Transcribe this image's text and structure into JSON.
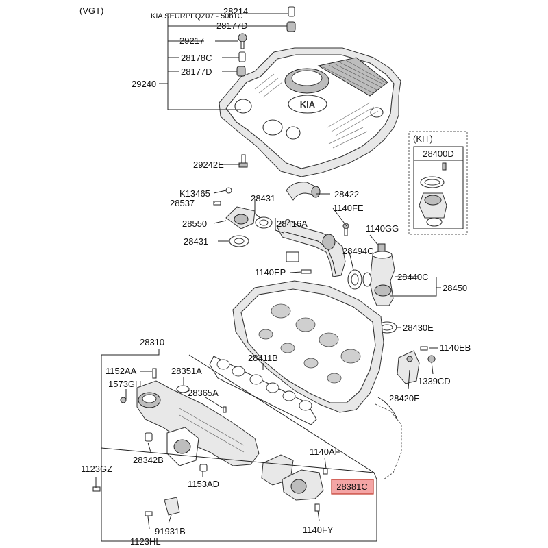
{
  "header": {
    "variant": "(VGT)",
    "watermark": "KIA SEURPFQZ07 - 50b1C"
  },
  "kit": {
    "label": "(KIT)",
    "part": "28400D"
  },
  "callouts": {
    "c28214": "28214",
    "c28177D_top": "28177D",
    "c29217": "29217",
    "c28178C": "28178C",
    "c28177D_bot": "28177D",
    "c29240": "29240",
    "c29242E": "29242E",
    "cK13465": "K13465",
    "c28537": "28537",
    "c28431_top": "28431",
    "c28422": "28422",
    "c1140FE": "1140FE",
    "c28550": "28550",
    "c28416A": "28416A",
    "c1140GG": "1140GG",
    "c28431_bot": "28431",
    "c28494C": "28494C",
    "c1140EP": "1140EP",
    "c28440C": "28440C",
    "c28450": "28450",
    "c28430E": "28430E",
    "c28310": "28310",
    "c1140EB": "1140EB",
    "c28411B": "28411B",
    "c1152AA": "1152AA",
    "c28351A": "28351A",
    "c1339CD": "1339CD",
    "c1573GH": "1573GH",
    "c28420E": "28420E",
    "c28365A": "28365A",
    "c28342B": "28342B",
    "c1140AF": "1140AF",
    "c1123GZ": "1123GZ",
    "c1153AD": "1153AD",
    "c28381C": "28381C",
    "c91931B": "91931B",
    "c1140FY": "1140FY",
    "c1123HL": "1123HL"
  },
  "logo_text": "KIA",
  "colors": {
    "highlight_fill": "#f4a5a5",
    "highlight_stroke": "#c0392b",
    "line": "#222222"
  }
}
